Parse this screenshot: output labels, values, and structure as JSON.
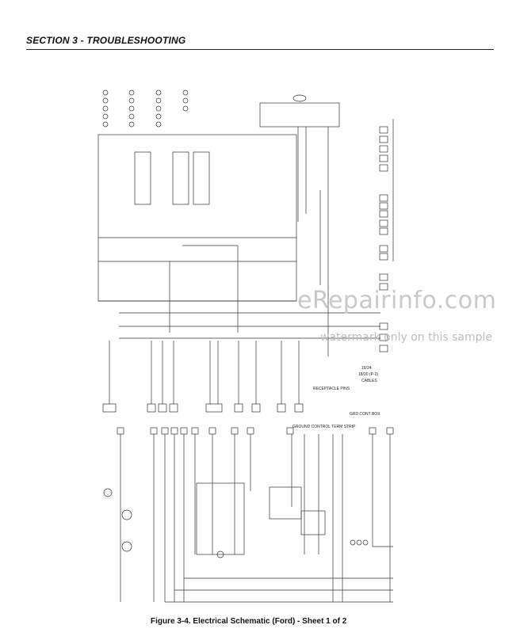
{
  "header": {
    "section_title": "SECTION 3 - TROUBLESHOOTING"
  },
  "watermark": {
    "site": "eRepairinfo.com",
    "note": "watermark only on this sample"
  },
  "schematic_labels": {
    "grd_cont_box": "GRD CONT BOX",
    "receptacle_pins": "RECEPTACLE PINS",
    "cables_line1": "16/24",
    "cables_line2": "18/20 (P-2)",
    "cables_line3": "CABLES",
    "ground_control_term_strip": "GROUND CONTROL TERM STRIP"
  },
  "caption": {
    "text": "Figure 3-4.  Electrical Schematic (Ford) - Sheet 1 of 2"
  }
}
